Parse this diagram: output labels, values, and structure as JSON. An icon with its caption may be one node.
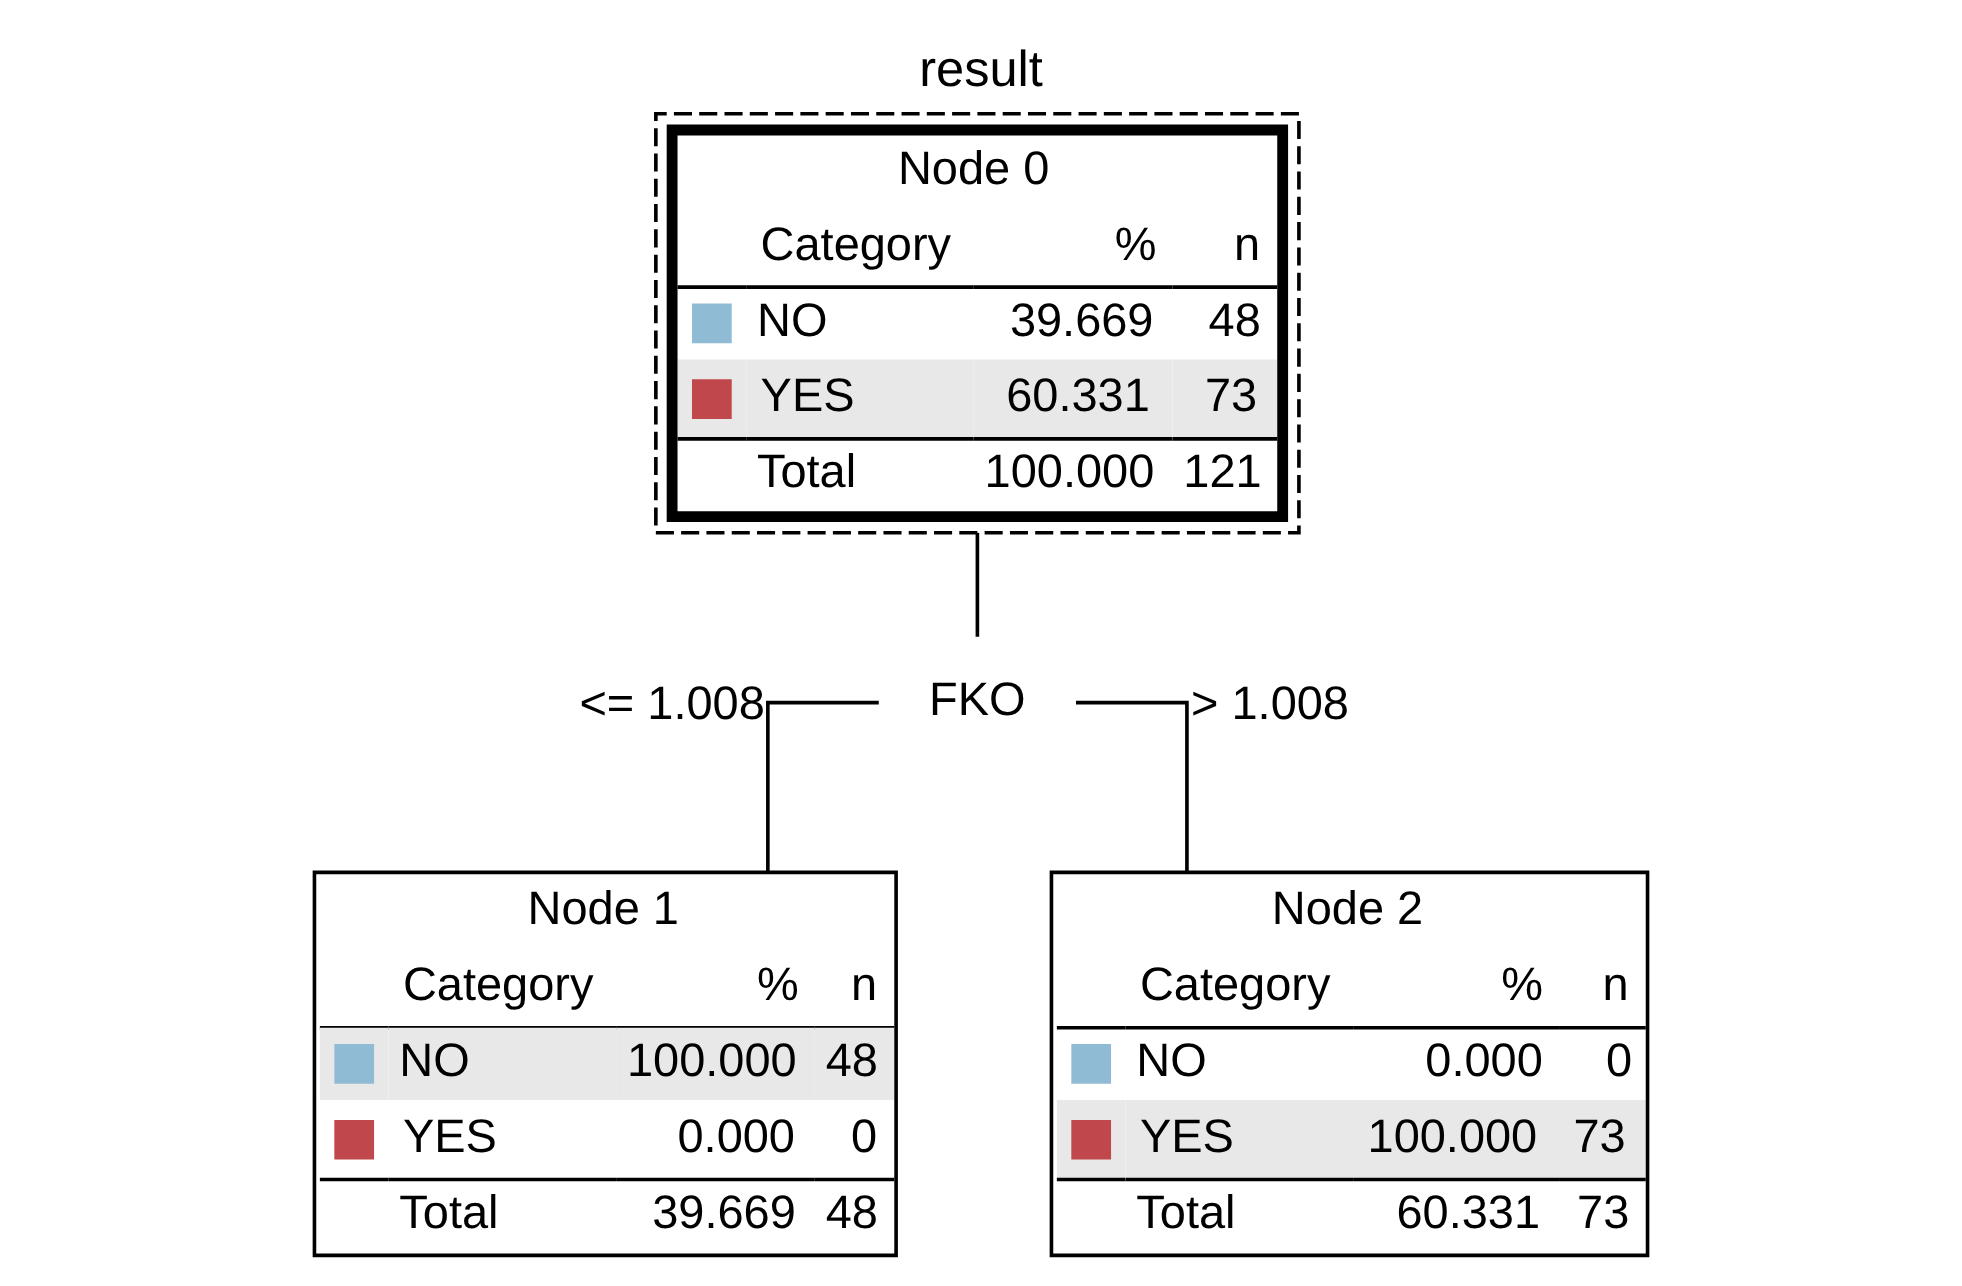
{
  "diagram": {
    "title": "result",
    "nodes": [
      {
        "text": [
          "Node 0",
          "Category",
          "%",
          "n",
          "NO",
          "39.669",
          "48",
          "YES",
          "60.331",
          "73",
          "Total",
          "100.000",
          "121"
        ]
      },
      {
        "text": [
          "FKO"
        ]
      },
      {
        "text": [
          "Node 1",
          "Category",
          "%",
          "n",
          "NO",
          "100.000",
          "48",
          "YES",
          "0.000",
          "0",
          "Total",
          "39.669",
          "48"
        ]
      },
      {
        "text": [
          "Node 2",
          "Category",
          "%",
          "n",
          "NO",
          "0.000",
          "0",
          "YES",
          "100.000",
          "73",
          "Total",
          "60.331",
          "73"
        ]
      }
    ],
    "edges": [
      {
        "from": 0,
        "to": 1,
        "arrow": "none"
      },
      {
        "from": 1,
        "to": 2,
        "label": "<= 1.008",
        "arrow": "none"
      },
      {
        "from": 1,
        "to": 3,
        "label": "> 1.008",
        "arrow": "none"
      }
    ]
  }
}
